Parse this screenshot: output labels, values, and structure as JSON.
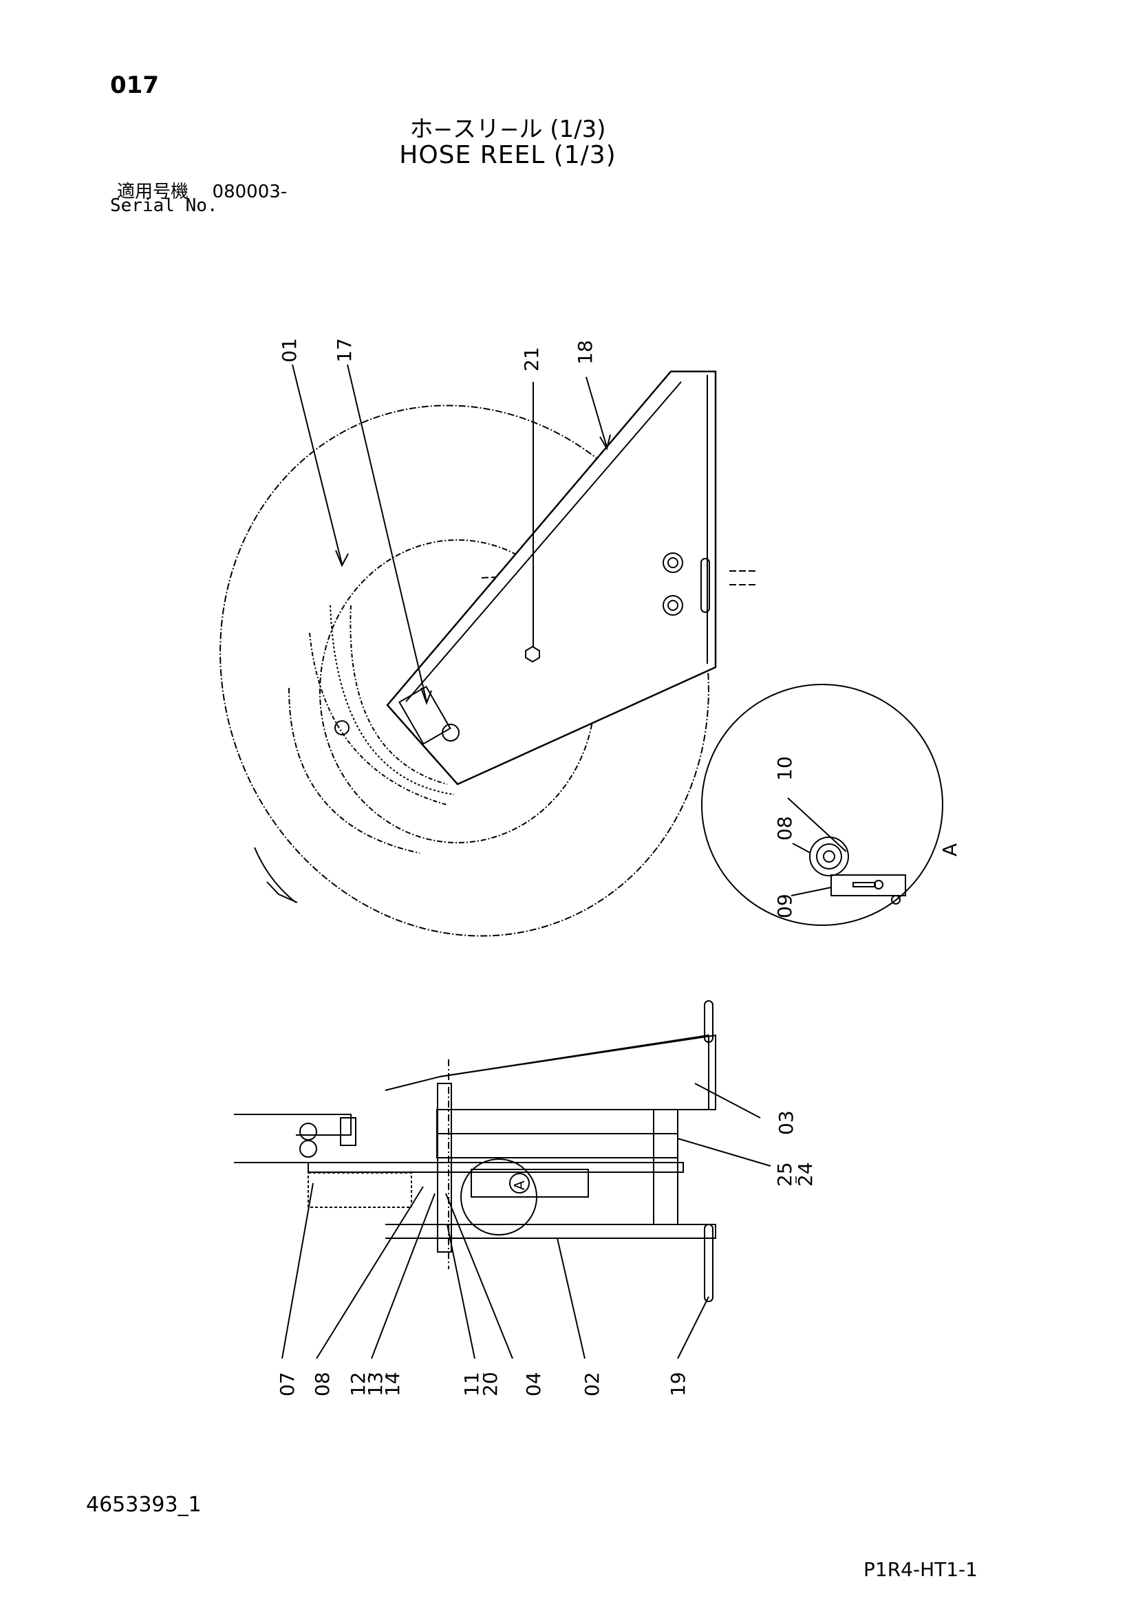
{
  "header": {
    "page_number": "017",
    "title_jp": "ホ−スリ−ル (1/3)",
    "title_en": "HOSE REEL (1/3)",
    "serial_label_jp": "適用号機",
    "serial_value": "080003-",
    "serial_label_en": "Serial No."
  },
  "footer": {
    "document_number": "4653393_1",
    "page_code": "P1R4-HT1-1"
  },
  "callouts": {
    "top_view": [
      "01",
      "17",
      "21",
      "18"
    ],
    "detail_a": [
      "10",
      "08",
      "09"
    ],
    "detail_label": "A",
    "side_view": [
      "03",
      "25",
      "24",
      "07",
      "08",
      "12",
      "13",
      "14",
      "11",
      "20",
      "04",
      "02",
      "19"
    ],
    "section_marker": "A"
  }
}
